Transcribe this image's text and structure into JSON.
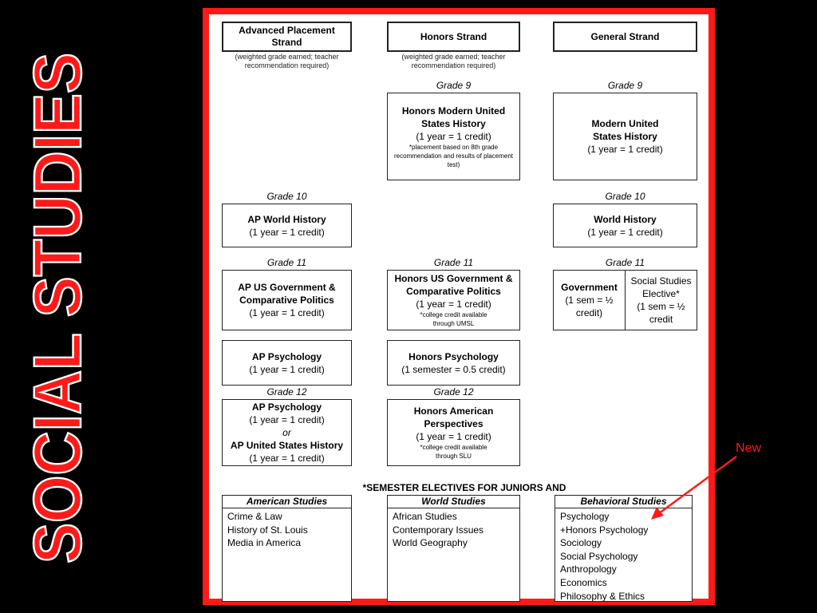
{
  "side_title": "SOCIAL STUDIES",
  "new_label": "New",
  "strands": {
    "ap": {
      "title": "Advanced Placement Strand",
      "note": "(weighted grade earned; teacher recommendation required)"
    },
    "honors": {
      "title": "Honors Strand",
      "note": "(weighted grade earned; teacher recommendation required)"
    },
    "general": {
      "title": "General Strand"
    }
  },
  "grades": {
    "g9": "Grade 9",
    "g10": "Grade 10",
    "g11": "Grade 11",
    "g12": "Grade 12"
  },
  "courses": {
    "honors_mush": {
      "title": "Honors Modern United States History",
      "credit": "(1 year = 1 credit)",
      "note": "*placement based on 8th grade recommendation and results of placement test)"
    },
    "mush": {
      "title": "Modern United States History",
      "credit": "(1 year = 1 credit)"
    },
    "ap_world": {
      "title": "AP World History",
      "credit": "(1 year = 1 credit)"
    },
    "world": {
      "title": "World History",
      "credit": "(1 year = 1 credit)"
    },
    "ap_gov": {
      "title": "AP US Government & Comparative Politics",
      "credit": "(1 year = 1 credit)"
    },
    "honors_gov": {
      "title": "Honors US Government & Comparative Politics",
      "credit": "(1 year = 1 credit)",
      "note": "*college credit available through UMSL"
    },
    "government": {
      "title": "Government",
      "credit": "(1 sem = ½ credit)"
    },
    "ss_elective": {
      "title": "Social Studies Elective*",
      "credit": "(1 sem = ½ credit"
    },
    "ap_psych": {
      "title": "AP Psychology",
      "credit": "(1 year = 1 credit)"
    },
    "honors_psych": {
      "title": "Honors Psychology",
      "credit": "(1 semester = 0.5 credit)"
    },
    "ap12": {
      "line1": "AP Psychology",
      "credit1": "(1 year = 1 credit)",
      "or": "or",
      "line2": "AP United States History",
      "credit2": "(1 year = 1 credit)"
    },
    "honors_american": {
      "title": "Honors American Perspectives",
      "credit": "(1 year = 1 credit)",
      "note": "*college credit available through SLU"
    }
  },
  "electives": {
    "title": "*SEMESTER ELECTIVES FOR JUNIORS AND SENIORS",
    "american": {
      "title": "American Studies",
      "items": [
        "Crime & Law",
        "History of St. Louis",
        "Media in America"
      ]
    },
    "world": {
      "title": "World Studies",
      "items": [
        "African Studies",
        "Contemporary Issues",
        "World Geography"
      ]
    },
    "behavioral": {
      "title": "Behavioral Studies",
      "items": [
        "Psychology",
        "+Honors Psychology",
        "Sociology",
        "Social Psychology",
        "Anthropology",
        "Economics",
        "Philosophy & Ethics"
      ]
    }
  },
  "colors": {
    "frame": "#ff1a1a",
    "title_fill": "#ff1a1a",
    "background": "#000000"
  }
}
